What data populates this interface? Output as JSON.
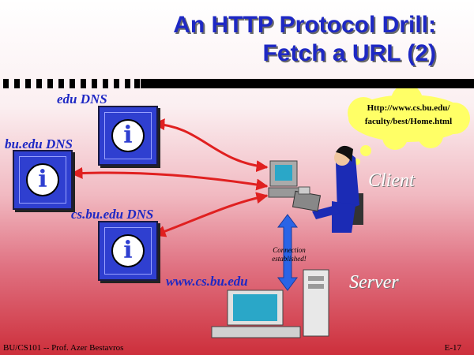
{
  "title": {
    "line1": "An HTTP Protocol Drill:",
    "line2": "Fetch a URL (2)"
  },
  "dns_servers": [
    {
      "label": "edu DNS",
      "icon": "info-icon",
      "glyph": "i"
    },
    {
      "label": "bu.edu DNS",
      "icon": "info-icon",
      "glyph": "i"
    },
    {
      "label": "cs.bu.edu DNS",
      "icon": "info-icon",
      "glyph": "i"
    }
  ],
  "thought_bubble": {
    "line1": "Http://www.cs.bu.edu/",
    "line2": "faculty/best/Home.html"
  },
  "client_label": "Client",
  "server_label": "Server",
  "server_host": "www.cs.bu.edu",
  "connection": {
    "line1": "Connection",
    "line2": "established!"
  },
  "footer": {
    "left": "BU/CS101 -- Prof. Azer Bestavros",
    "right": "E-17"
  },
  "colors": {
    "title": "#1e28c4",
    "arrow": "#e02020",
    "connection_arrow": "#2a64e6",
    "info_box": "#2f3fd0"
  }
}
